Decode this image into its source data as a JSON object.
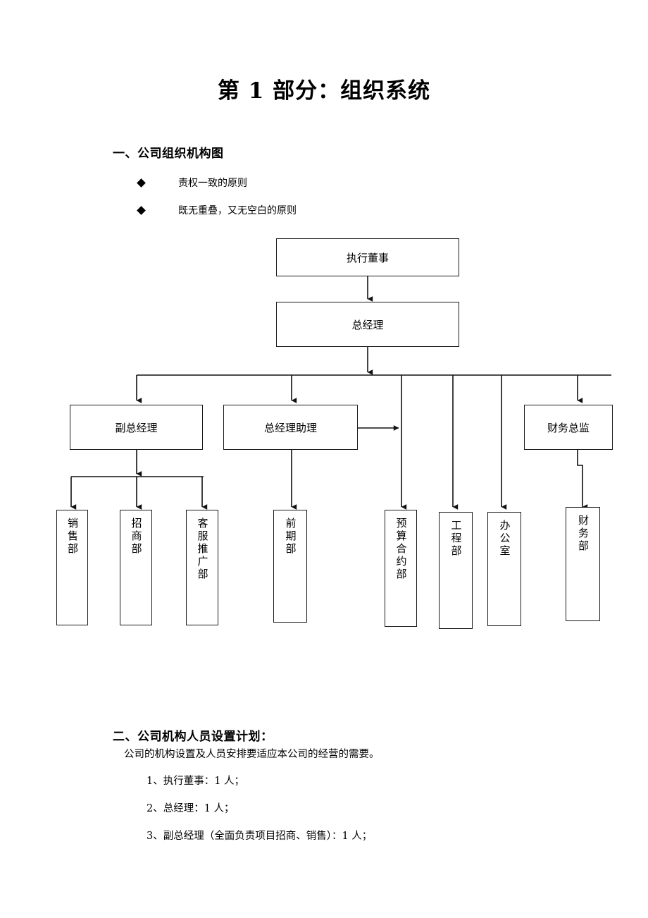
{
  "document": {
    "title": "第 1 部分：组织系统",
    "section1_heading": "一、公司组织机构图",
    "section2_heading": "二、公司机构人员设置计划：",
    "bullets": [
      "责权一致的原则",
      "既无重叠，又无空白的原则"
    ],
    "paragraphs": [
      "公司的机构设置及人员安排要适应本公司的经营的需要。",
      "1、执行董事：1 人；",
      "2、总经理：1 人；",
      "3、副总经理（全面负责项目招商、销售）：1 人；"
    ]
  },
  "chart_data": {
    "type": "diagram",
    "title": "公司组织机构图",
    "levels": [
      {
        "level": 1,
        "nodes": [
          "执行董事"
        ]
      },
      {
        "level": 2,
        "nodes": [
          "总经理"
        ]
      },
      {
        "level": 3,
        "nodes": [
          "副总经理",
          "总经理助理",
          "财务总监"
        ]
      },
      {
        "level": 4,
        "nodes": [
          "销售部",
          "招商部",
          "客服推广部",
          "前期部",
          "预算合约部",
          "工程部",
          "办公室",
          "财务部"
        ]
      }
    ],
    "edges": [
      {
        "from": "执行董事",
        "to": "总经理"
      },
      {
        "from": "总经理",
        "to": "副总经理"
      },
      {
        "from": "总经理",
        "to": "总经理助理"
      },
      {
        "from": "总经理",
        "to": "预算合约部"
      },
      {
        "from": "总经理",
        "to": "工程部"
      },
      {
        "from": "总经理",
        "to": "办公室"
      },
      {
        "from": "总经理",
        "to": "财务总监"
      },
      {
        "from": "副总经理",
        "to": "销售部"
      },
      {
        "from": "副总经理",
        "to": "招商部"
      },
      {
        "from": "副总经理",
        "to": "客服推广部"
      },
      {
        "from": "总经理助理",
        "to": "前期部"
      },
      {
        "from": "总经理助理",
        "to": "预算合约部"
      },
      {
        "from": "财务总监",
        "to": "财务部"
      }
    ]
  },
  "nodes": {
    "executive_director": "执行董事",
    "general_manager": "总经理",
    "deputy_general_manager": "副总经理",
    "gm_assistant": "总经理助理",
    "finance_director": "财务总监",
    "sales_dept": "销售部",
    "investment_dept": "招商部",
    "customer_service_dept": "客服推广部",
    "preliminary_dept": "前期部",
    "budget_contract_dept": "预算合约部",
    "engineering_dept": "工程部",
    "office": "办公室",
    "finance_dept": "财务部"
  },
  "colors": {
    "text": "#000000",
    "line": "#1a1a1a",
    "background": "#ffffff"
  }
}
